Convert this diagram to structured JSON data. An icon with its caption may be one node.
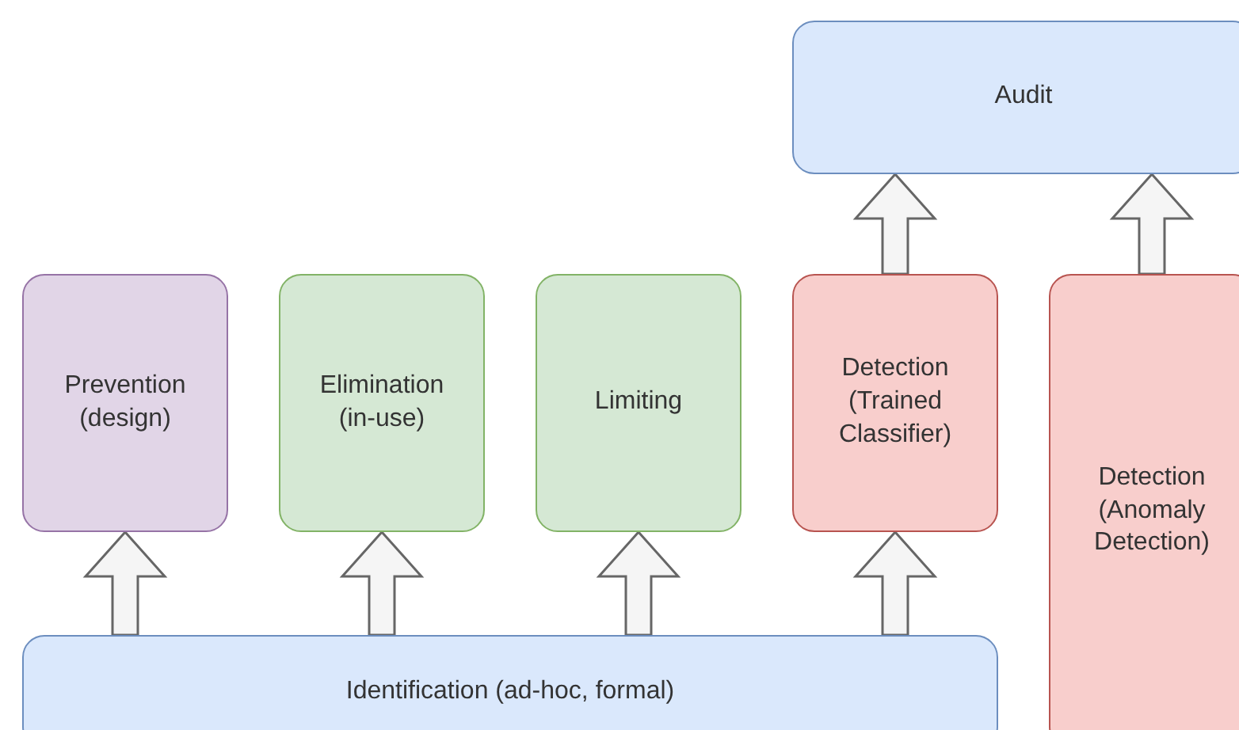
{
  "diagram": {
    "nodes": [
      {
        "text": [
          "Audit"
        ]
      },
      {
        "text": [
          "Prevention (design)"
        ]
      },
      {
        "text": [
          "Elimination (in-use)"
        ]
      },
      {
        "text": [
          "Limiting"
        ]
      },
      {
        "text": [
          "Detection (Trained Classifier)"
        ]
      },
      {
        "text": [
          "Detection (Anomaly Detection)"
        ]
      },
      {
        "text": [
          "Identification (ad-hoc, formal)"
        ]
      }
    ],
    "edges": [
      {
        "from": 6,
        "to": 1,
        "arrow": "to"
      },
      {
        "from": 6,
        "to": 2,
        "arrow": "to"
      },
      {
        "from": 6,
        "to": 3,
        "arrow": "to"
      },
      {
        "from": 6,
        "to": 4,
        "arrow": "to"
      },
      {
        "from": 4,
        "to": 0,
        "arrow": "to"
      },
      {
        "from": 5,
        "to": 0,
        "arrow": "to"
      }
    ]
  }
}
